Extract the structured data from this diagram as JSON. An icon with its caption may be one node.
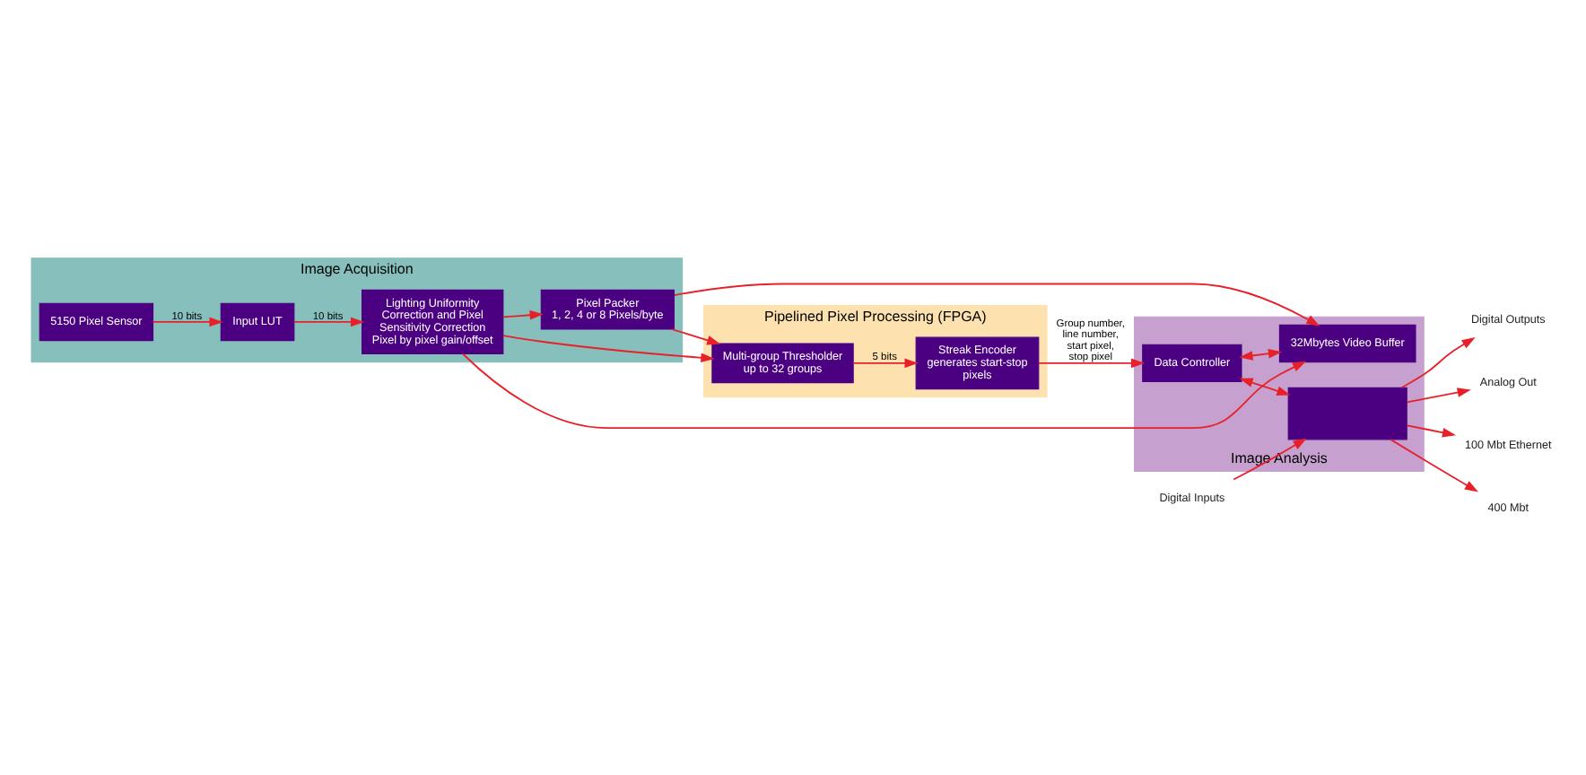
{
  "diagram": {
    "nodes": [
      {
        "text": [
          "Image Acquisition"
        ]
      },
      {
        "text": [
          "5150 Pixel Sensor"
        ],
        "in": 0
      },
      {
        "text": [
          "Input LUT"
        ],
        "in": 0
      },
      {
        "text": [
          "Lighting Uniformity Correction and Pixel Sensitivity Correction",
          "Pixel by pixel gain/offset"
        ],
        "in": 0
      },
      {
        "text": [
          "Pixel Packer",
          "1, 2, 4 or 8 Pixels/byte"
        ],
        "in": 0
      },
      {
        "text": [
          "Image Analysis"
        ]
      },
      {
        "text": [
          "32Mbytes Video Buffer"
        ],
        "in": 5
      },
      {
        "text": [
          "Data Controller"
        ],
        "in": 5
      },
      {
        "text": [],
        "shape": "box",
        "in": 5
      },
      {
        "text": [
          "Pipelined Pixel Processing (FPGA)"
        ]
      },
      {
        "text": [
          "Multi-group Thresholder",
          "up to 32 groups"
        ],
        "in": 9
      },
      {
        "text": [
          "Streak Encoder",
          "generates start-stop pixels"
        ],
        "in": 9
      },
      {
        "text": [
          "Digital Inputs"
        ]
      },
      {
        "text": [
          "Digital Outputs"
        ]
      },
      {
        "text": [
          "Analog Out"
        ]
      },
      {
        "text": [
          "100 Mbt Ethernet"
        ]
      },
      {
        "text": [
          "400 Mbt"
        ]
      }
    ],
    "edges": [
      {
        "from": 1,
        "to": 2,
        "arrow": "to",
        "label": "10 bits"
      },
      {
        "from": 2,
        "to": 3,
        "arrow": "to",
        "label": "10 bits"
      },
      {
        "from": 3,
        "to": 4,
        "arrow": "to"
      },
      {
        "from": 3,
        "to": 6,
        "arrow": "to"
      },
      {
        "from": 4,
        "to": 6,
        "arrow": "to"
      },
      {
        "from": 3,
        "to": 10,
        "arrow": "to"
      },
      {
        "from": 4,
        "to": 10,
        "arrow": "to"
      },
      {
        "from": 10,
        "to": 11,
        "arrow": "to",
        "label": "5 bits"
      },
      {
        "from": 11,
        "to": 7,
        "arrow": "to",
        "label": "Group number, line number, start pixel, stop pixel"
      },
      {
        "from": 7,
        "to": 6,
        "arrow": "both"
      },
      {
        "from": 7,
        "to": 8,
        "arrow": "both"
      },
      {
        "from": 12,
        "to": 8,
        "arrow": "to"
      },
      {
        "from": 8,
        "to": 13,
        "arrow": "to"
      },
      {
        "from": 8,
        "to": 14,
        "arrow": "to"
      },
      {
        "from": 8,
        "to": 15,
        "arrow": "to"
      },
      {
        "from": 8,
        "to": 16,
        "arrow": "to"
      }
    ]
  }
}
